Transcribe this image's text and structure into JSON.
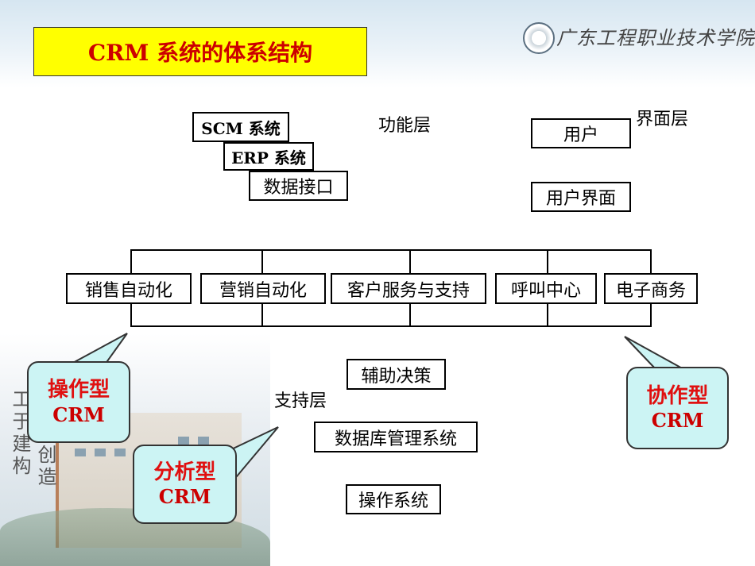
{
  "title": "CRM 系统的体系结构",
  "logo_text": "广东工程职业技术学院",
  "calligraphy": [
    "工于建构",
    "创造"
  ],
  "function_layer": {
    "label": "功能层",
    "boxes": [
      "SCM 系统",
      "ERP 系统",
      "数据接口"
    ]
  },
  "interface_layer": {
    "label": "界面层",
    "boxes": [
      "用户",
      "用户界面"
    ]
  },
  "modules": [
    "销售自动化",
    "营销自动化",
    "客户服务与支持",
    "呼叫中心",
    "电子商务"
  ],
  "support_layer": {
    "label": "支持层",
    "boxes": [
      "辅助决策",
      "数据库管理系统",
      "操作系统"
    ]
  },
  "callouts": {
    "operational": [
      "操作型",
      "CRM"
    ],
    "analytical": [
      "分析型",
      "CRM"
    ],
    "collaborative": [
      "协作型",
      "CRM"
    ]
  },
  "colors": {
    "title_bg": "#ffff00",
    "title_text": "#cc0000",
    "callout_bg": "#ccf4f4",
    "callout_text": "#e01010"
  }
}
